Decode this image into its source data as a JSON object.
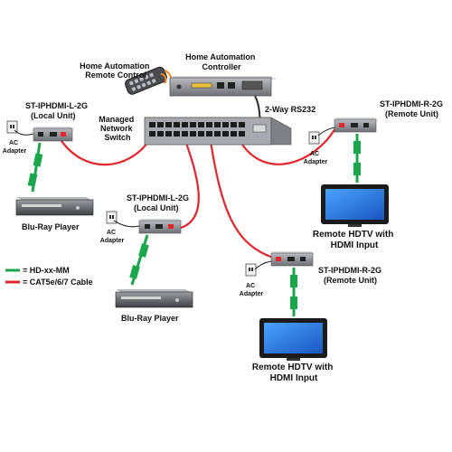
{
  "colors": {
    "hdmi_cable": "#1aa64a",
    "cat_cable": "#e2262b",
    "device_gray": "#8c8f93",
    "screen_blue": "#1f6fd6"
  },
  "labels": {
    "remote_title_1": "Home Automation",
    "remote_title_2": "Remote Control",
    "controller_title_1": "Home Automation",
    "controller_title_2": "Controller",
    "switch_title_1": "Managed",
    "switch_title_2": "Network",
    "switch_title_3": "Switch",
    "rs232": "2-Way RS232",
    "local1_model": "ST-IPHDMI-L-2G",
    "local1_role": "(Local Unit)",
    "local2_model": "ST-IPHDMI-L-2G",
    "local2_role": "(Local Unit)",
    "remote1_model": "ST-IPHDMI-R-2G",
    "remote1_role": "(Remote Unit)",
    "remote2_model": "ST-IPHDMI-R-2G",
    "remote2_role": "(Remote Unit)",
    "ac_adapter_a": "AC",
    "ac_adapter_b": "Adapter",
    "bluray1": "Blu-Ray Player",
    "bluray2": "Blu-Ray Player",
    "hdtv1_line1": "Remote HDTV with",
    "hdtv1_line2": "HDMI Input",
    "hdtv2_line1": "Remote HDTV with",
    "hdtv2_line2": "HDMI Input"
  },
  "legend": [
    {
      "text": "= HD-xx-MM",
      "color": "#1aa64a"
    },
    {
      "text": "= CAT5e/6/7 Cable",
      "color": "#e2262b"
    }
  ]
}
